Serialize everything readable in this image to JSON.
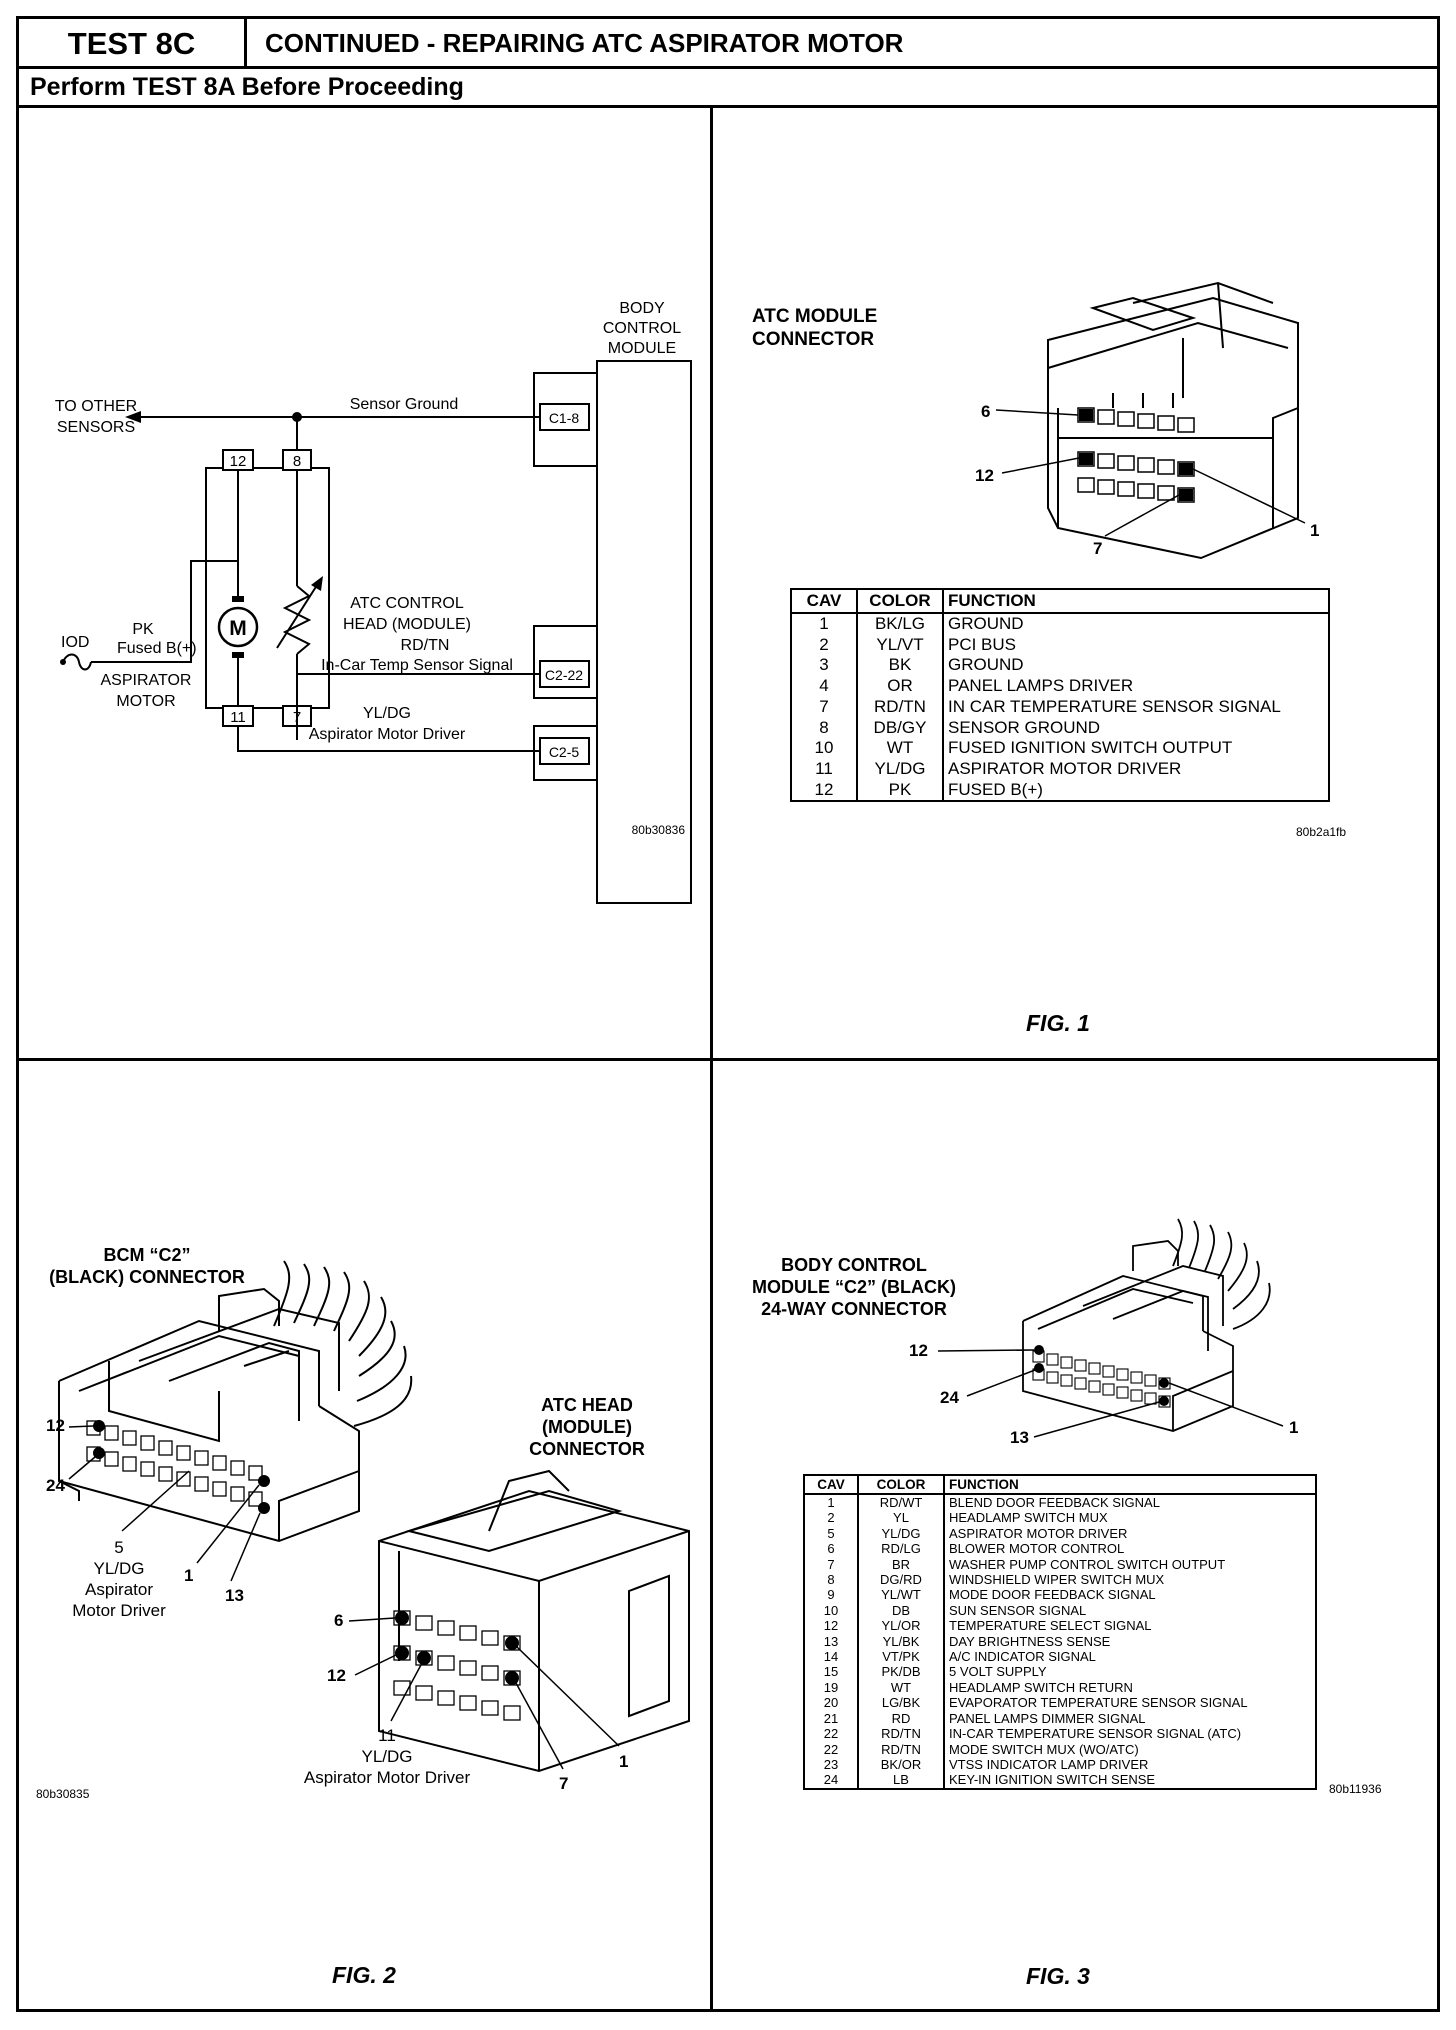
{
  "header": {
    "test_id": "TEST 8C",
    "title": "CONTINUED - REPAIRING ATC ASPIRATOR MOTOR",
    "prerequisite": "Perform TEST 8A Before Proceeding"
  },
  "schematic": {
    "bcm_label": [
      "BODY",
      "CONTROL",
      "MODULE"
    ],
    "to_other_sensors": [
      "TO OTHER",
      "SENSORS"
    ],
    "sensor_ground": "Sensor Ground",
    "c1_8": "C1-8",
    "atc_control_head": [
      "ATC CONTROL",
      "HEAD (MODULE)"
    ],
    "pin_12": "12",
    "pin_8": "8",
    "pin_11": "11",
    "pin_7": "7",
    "motor": "M",
    "iod": "IOD",
    "pk": "PK",
    "fused_b": "Fused B(+)",
    "aspirator_motor": [
      "ASPIRATOR",
      "MOTOR"
    ],
    "rd_tn": "RD/TN",
    "in_car_signal": "In-Car Temp Sensor Signal",
    "c2_22": "C2-22",
    "yl_dg": "YL/DG",
    "aspirator_driver": "Aspirator Motor Driver",
    "c2_5": "C2-5",
    "code": "80b30836"
  },
  "fig1": {
    "heading": [
      "ATC MODULE",
      "CONNECTOR"
    ],
    "callouts": {
      "p6": "6",
      "p12": "12",
      "p7": "7",
      "p1": "1"
    },
    "columns": [
      "CAV",
      "COLOR",
      "FUNCTION"
    ],
    "rows": [
      [
        "1",
        "BK/LG",
        "GROUND"
      ],
      [
        "2",
        "YL/VT",
        "PCI BUS"
      ],
      [
        "3",
        "BK",
        "GROUND"
      ],
      [
        "4",
        "OR",
        "PANEL LAMPS DRIVER"
      ],
      [
        "7",
        "RD/TN",
        "IN CAR TEMPERATURE SENSOR SIGNAL"
      ],
      [
        "8",
        "DB/GY",
        "SENSOR GROUND"
      ],
      [
        "10",
        "WT",
        "FUSED IGNITION SWITCH OUTPUT"
      ],
      [
        "11",
        "YL/DG",
        "ASPIRATOR MOTOR DRIVER"
      ],
      [
        "12",
        "PK",
        "FUSED B(+)"
      ]
    ],
    "code": "80b2a1fb",
    "caption": "FIG. 1"
  },
  "fig2": {
    "bcm_heading": [
      "BCM “C2”",
      "(BLACK) CONNECTOR"
    ],
    "atc_heading": [
      "ATC HEAD",
      "(MODULE)",
      "CONNECTOR"
    ],
    "bcm_callouts": {
      "p12": "12",
      "p24": "24",
      "p1": "1",
      "p13": "13"
    },
    "bcm_pin5": [
      "5",
      "YL/DG",
      "Aspirator",
      "Motor Driver"
    ],
    "atc_callouts": {
      "p6": "6",
      "p12": "12",
      "p7": "7",
      "p1": "1"
    },
    "atc_pin11": [
      "11",
      "YL/DG",
      "Aspirator Motor Driver"
    ],
    "code": "80b30835",
    "caption": "FIG. 2"
  },
  "fig3": {
    "heading": [
      "BODY CONTROL",
      "MODULE “C2” (BLACK)",
      "24-WAY CONNECTOR"
    ],
    "callouts": {
      "p12": "12",
      "p24": "24",
      "p13": "13",
      "p1": "1"
    },
    "columns": [
      "CAV",
      "COLOR",
      "FUNCTION"
    ],
    "rows": [
      [
        "1",
        "RD/WT",
        "BLEND DOOR FEEDBACK SIGNAL"
      ],
      [
        "2",
        "YL",
        "HEADLAMP SWITCH MUX"
      ],
      [
        "5",
        "YL/DG",
        "ASPIRATOR MOTOR DRIVER"
      ],
      [
        "6",
        "RD/LG",
        "BLOWER MOTOR CONTROL"
      ],
      [
        "7",
        "BR",
        "WASHER PUMP CONTROL SWITCH OUTPUT"
      ],
      [
        "8",
        "DG/RD",
        "WINDSHIELD WIPER SWITCH MUX"
      ],
      [
        "9",
        "YL/WT",
        "MODE DOOR FEEDBACK SIGNAL"
      ],
      [
        "10",
        "DB",
        "SUN SENSOR SIGNAL"
      ],
      [
        "12",
        "YL/OR",
        "TEMPERATURE SELECT SIGNAL"
      ],
      [
        "13",
        "YL/BK",
        "DAY BRIGHTNESS SENSE"
      ],
      [
        "14",
        "VT/PK",
        "A/C INDICATOR SIGNAL"
      ],
      [
        "15",
        "PK/DB",
        "5 VOLT SUPPLY"
      ],
      [
        "19",
        "WT",
        "HEADLAMP SWITCH RETURN"
      ],
      [
        "20",
        "LG/BK",
        "EVAPORATOR TEMPERATURE SENSOR SIGNAL"
      ],
      [
        "21",
        "RD",
        "PANEL LAMPS DIMMER SIGNAL"
      ],
      [
        "22",
        "RD/TN",
        "IN-CAR TEMPERATURE SENSOR SIGNAL (ATC)"
      ],
      [
        "22",
        "RD/TN",
        "MODE SWITCH MUX (WO/ATC)"
      ],
      [
        "23",
        "BK/OR",
        "VTSS INDICATOR LAMP DRIVER"
      ],
      [
        "24",
        "LB",
        "KEY-IN IGNITION SWITCH SENSE"
      ]
    ],
    "code": "80b11936",
    "caption": "FIG. 3"
  }
}
